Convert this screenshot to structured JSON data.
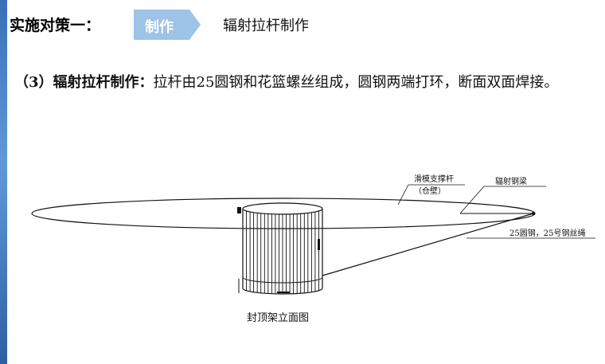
{
  "header": {
    "title": "实施对策一：",
    "tag": "制作",
    "subtitle": "辐射拉杆制作"
  },
  "paragraph": {
    "lead": "（3）辐射拉杆制作：",
    "body": "拉杆由25圆钢和花篮螺丝组成，圆钢两端打环，断面双面焊接。"
  },
  "drawing": {
    "label_support": "滑模支撑杆",
    "label_support_sub": "（仓壁）",
    "label_beam": "辐射钢梁",
    "label_rod": "25圆钢，25号钢丝绳",
    "caption": "封顶架立面图"
  },
  "colors": {
    "tag_fill": "#9dc3e6",
    "left_band": "#3a6fb8"
  }
}
